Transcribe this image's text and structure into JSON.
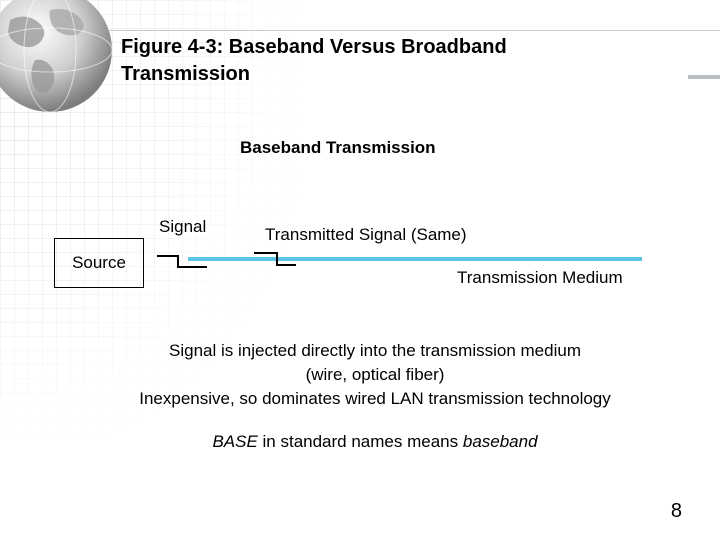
{
  "slide": {
    "title_line1": "Figure 4-3: Baseband Versus Broadband",
    "title_line2": "Transmission",
    "heading": "Baseband Transmission",
    "page_number": "8"
  },
  "diagram": {
    "source_label": "Source",
    "signal_label": "Signal",
    "transmitted_label": "Transmitted Signal (Same)",
    "medium_label": "Transmission Medium",
    "medium_color": "#5bc3e3"
  },
  "body": {
    "line1": "Signal is injected directly into the transmission medium",
    "line2": "(wire, optical fiber)",
    "line3": "Inexpensive, so dominates wired LAN transmission technology"
  },
  "footnote": {
    "term": "BASE",
    "middle": " in standard names means ",
    "meaning": "baseband"
  }
}
